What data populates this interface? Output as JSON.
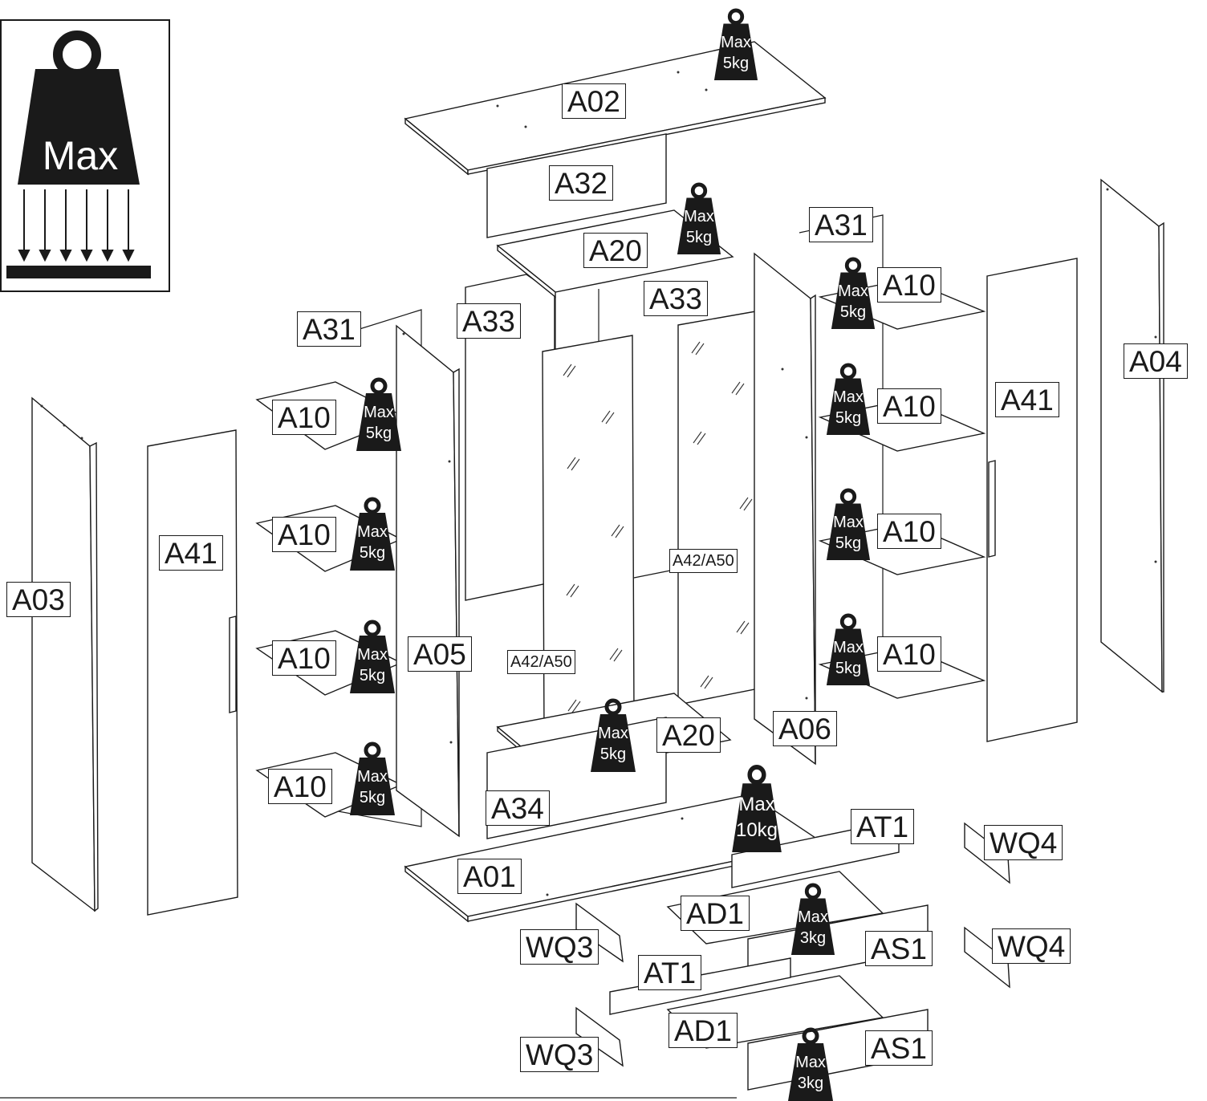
{
  "legend": {
    "text": "Max",
    "icon": "max-load-icon"
  },
  "parts": {
    "a01": "A01",
    "a02": "A02",
    "a03": "A03",
    "a04": "A04",
    "a05": "A05",
    "a06": "A06",
    "a10": "A10",
    "a20": "A20",
    "a31": "A31",
    "a32": "A32",
    "a33": "A33",
    "a34": "A34",
    "a41": "A41",
    "a42_a50": "A42/A50",
    "ad1": "AD1",
    "as1": "AS1",
    "at1": "AT1",
    "wq3": "WQ3",
    "wq4": "WQ4"
  },
  "load_limits": {
    "max": "Max",
    "kg5": "5kg",
    "kg10": "10kg",
    "kg3": "3kg"
  },
  "colors": {
    "ink": "#1a1a1a",
    "paper": "#ffffff"
  }
}
